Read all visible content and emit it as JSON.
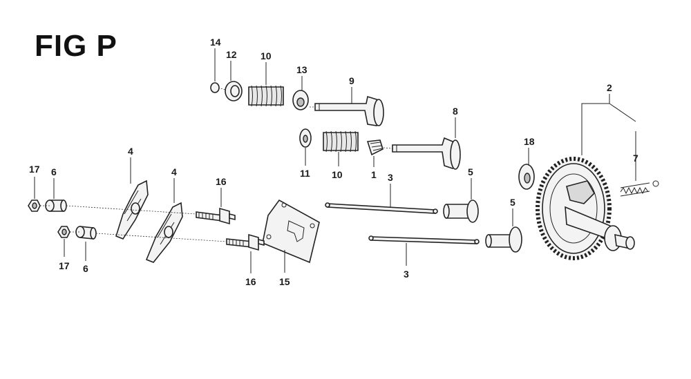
{
  "figure": {
    "title": "FIG P"
  },
  "callouts": {
    "c1": "1",
    "c2": "2",
    "c3a": "3",
    "c3b": "3",
    "c4a": "4",
    "c4b": "4",
    "c5a": "5",
    "c5b": "5",
    "c6a": "6",
    "c6b": "6",
    "c7": "7",
    "c8": "8",
    "c9": "9",
    "c10a": "10",
    "c10b": "10",
    "c11": "11",
    "c12": "12",
    "c13": "13",
    "c14": "14",
    "c15": "15",
    "c16a": "16",
    "c16b": "16",
    "c17a": "17",
    "c17b": "17",
    "c18": "18"
  }
}
